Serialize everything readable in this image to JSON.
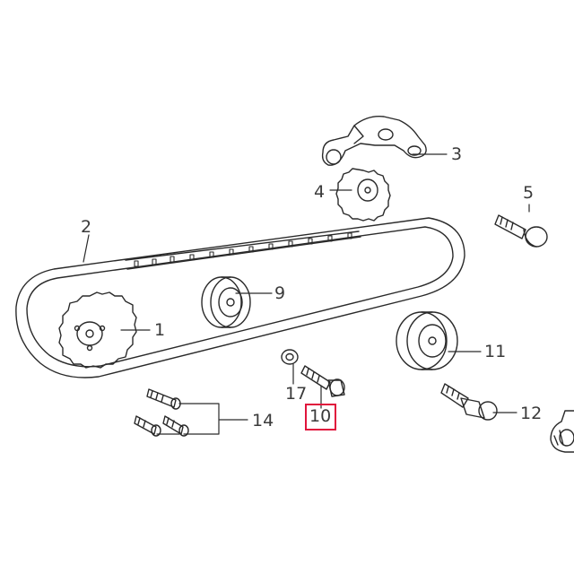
{
  "diagram": {
    "highlight_color": "#e0143c",
    "line_color": "#2a2a2a",
    "callouts": [
      {
        "id": "c1",
        "label": "1",
        "part": "crankshaft-sprocket"
      },
      {
        "id": "c2",
        "label": "2",
        "part": "timing-belt"
      },
      {
        "id": "c3",
        "label": "3",
        "part": "tensioner-bracket"
      },
      {
        "id": "c4",
        "label": "4",
        "part": "camshaft-sprocket"
      },
      {
        "id": "c5",
        "label": "5",
        "part": "bolt"
      },
      {
        "id": "c9",
        "label": "9",
        "part": "idler-pulley"
      },
      {
        "id": "c10",
        "label": "10",
        "part": "bolt",
        "highlighted": true
      },
      {
        "id": "c11",
        "label": "11",
        "part": "tensioner-pulley"
      },
      {
        "id": "c12",
        "label": "12",
        "part": "bolt"
      },
      {
        "id": "c14",
        "label": "14",
        "part": "bolts-set"
      },
      {
        "id": "c17",
        "label": "17",
        "part": "washer"
      }
    ]
  }
}
